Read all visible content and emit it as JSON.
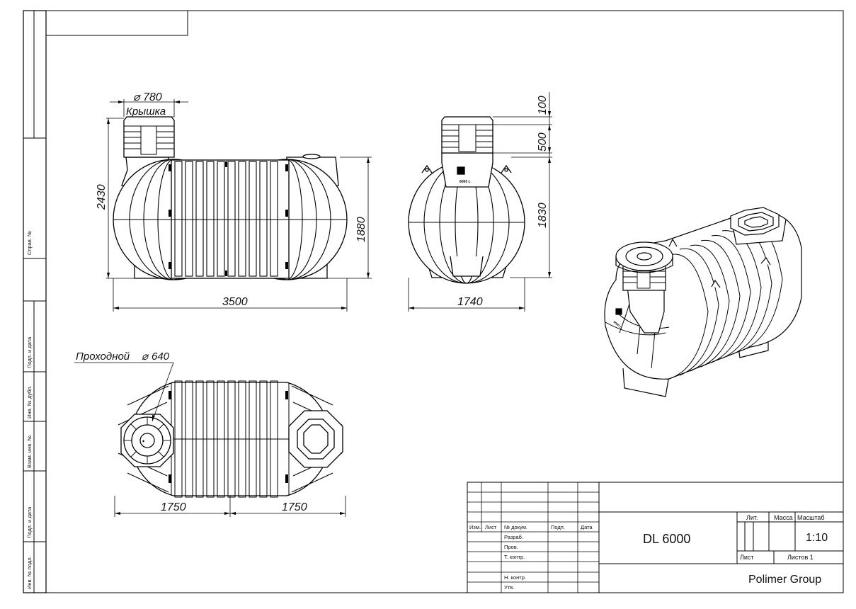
{
  "drawing": {
    "side_labels": [
      "Справ. №",
      "Подп. и дата",
      "Инв. № дубл.",
      "Взам. инв. №",
      "Подп. и дата",
      "Инв. № подл."
    ],
    "front_view": {
      "neck_dim": "780",
      "neck_label": "Крышка",
      "height_total": "2430",
      "height_body": "1880",
      "length": "3500"
    },
    "side_view": {
      "dim_top": "100",
      "dim_neck": "500",
      "dim_body": "1830",
      "width": "1740",
      "emblem_text": "6000 L"
    },
    "top_view": {
      "hatch_label": "Проходной",
      "hatch_dim": "640",
      "half_left": "1750",
      "half_right": "1750"
    },
    "iso_view": {
      "emblem_text": "6000 L"
    }
  },
  "title_block": {
    "columns": [
      "Изм.",
      "Лист",
      "№ докум.",
      "Подп.",
      "Дата"
    ],
    "roles": [
      "Разраб.",
      "Пров.",
      "Т. контр.",
      "",
      "Н. контр.",
      "Утв."
    ],
    "designation": "DL 6000",
    "lit_label": "Лит.",
    "mass_label": "Масса",
    "scale_label": "Масштаб",
    "scale_value": "1:10",
    "sheet_label": "Лист",
    "sheets_label": "Листов 1",
    "company": "Polimer Group"
  }
}
